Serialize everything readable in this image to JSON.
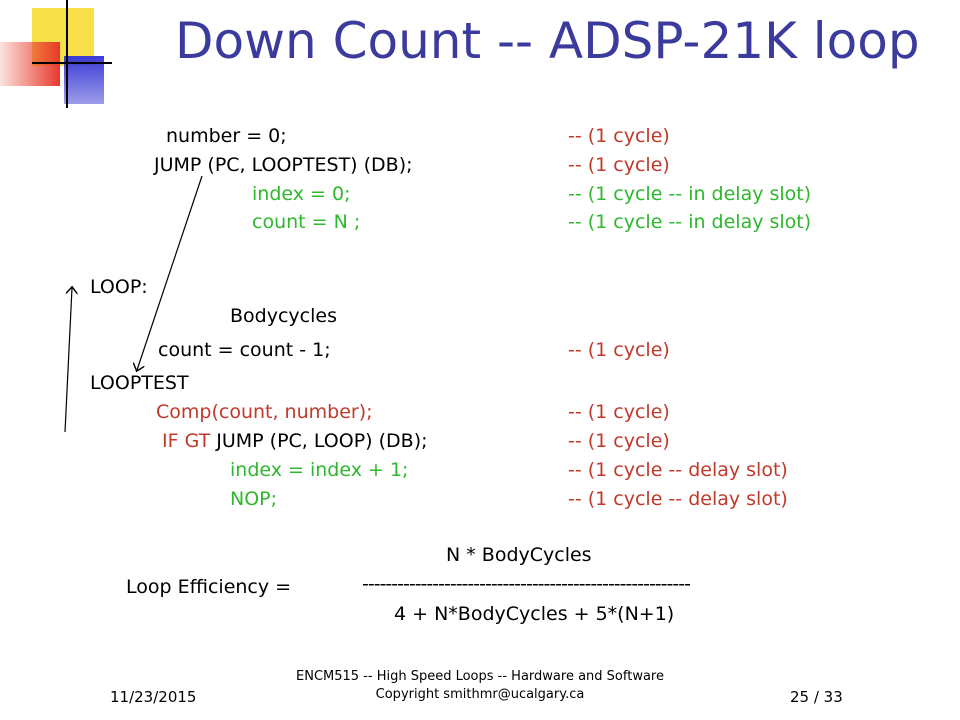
{
  "slide": {
    "title": "Down Count  -- ADSP-21K loop",
    "code": [
      {
        "id": "number-init",
        "text": "number = 0;",
        "comment": "-- (1 cycle)",
        "textColor": "black",
        "commentColor": "red"
      },
      {
        "id": "jump-looptest",
        "text": "JUMP (PC, LOOPTEST) (DB);",
        "comment": "-- (1 cycle)",
        "textColor": "black",
        "commentColor": "red"
      },
      {
        "id": "index-init",
        "text": "index  = 0;",
        "comment": "-- (1 cycle -- in delay slot)",
        "textColor": "green",
        "commentColor": "green"
      },
      {
        "id": "count-init",
        "text": "count = N ;",
        "comment": "-- (1 cycle -- in delay slot)",
        "textColor": "green",
        "commentColor": "green"
      },
      {
        "id": "loop-label",
        "text": "LOOP:",
        "comment": "",
        "textColor": "black",
        "commentColor": "red"
      },
      {
        "id": "bodycycles",
        "text": "Bodycycles",
        "comment": "",
        "textColor": "black",
        "commentColor": "red"
      },
      {
        "id": "count-dec",
        "text": "count = count - 1;",
        "comment": "-- (1 cycle)",
        "textColor": "black",
        "commentColor": "red"
      },
      {
        "id": "looptest-label",
        "text": "LOOPTEST",
        "comment": "",
        "textColor": "black",
        "commentColor": "red"
      },
      {
        "id": "comp",
        "text": "Comp(count, number);",
        "comment": "-- (1 cycle)",
        "textColor": "red",
        "commentColor": "red"
      },
      {
        "id": "if-gt-jump",
        "textRed": "IF GT ",
        "text": " JUMP (PC, LOOP) (DB);",
        "comment": "-- (1 cycle)",
        "textColor": "black",
        "commentColor": "red"
      },
      {
        "id": "index-inc",
        "text": "index = index + 1;",
        "comment": "-- (1 cycle -- delay slot)",
        "textColor": "green",
        "commentColor": "red"
      },
      {
        "id": "nop",
        "text": "NOP;",
        "comment": "-- (1 cycle -- delay slot)",
        "textColor": "green",
        "commentColor": "red"
      }
    ],
    "efficiency": {
      "numerator": "N * BodyCycles",
      "label": "Loop Efficiency =",
      "divider": "--------------------------------------------------------",
      "denominator": "4 + N*BodyCycles + 5*(N+1)"
    },
    "footer": {
      "date": "11/23/2015",
      "course": "ENCM515 -- High Speed Loops -- Hardware and Software",
      "copyright": "Copyright smithmr@ucalgary.ca",
      "page": "25 / 33"
    },
    "colors": {
      "title": "#3b3b9e",
      "comment_red": "#c0392b",
      "code_green": "#2db82d",
      "deco_yellow": "#f7e04a",
      "deco_red": "#e8392b",
      "deco_blue": "#3b3bd6"
    }
  }
}
